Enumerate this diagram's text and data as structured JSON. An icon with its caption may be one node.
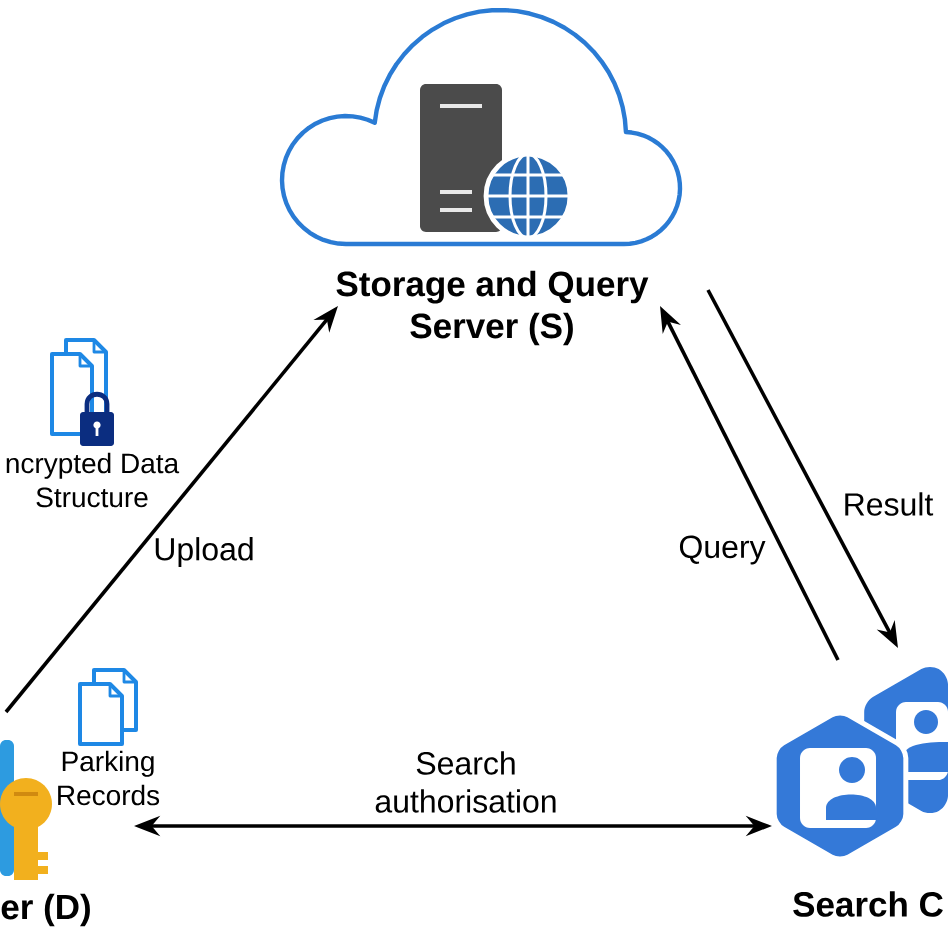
{
  "diagram": {
    "nodes": [
      {
        "text": [
          "Storage and Query Server (S)"
        ]
      },
      {
        "text": [
          "er (D)"
        ]
      },
      {
        "text": [
          "Search C"
        ]
      }
    ],
    "edges": [
      {
        "from": 1,
        "to": 0,
        "arrow": "to",
        "label": "Upload"
      },
      {
        "from": 2,
        "to": 0,
        "arrow": "to",
        "label": "Query"
      },
      {
        "from": 0,
        "to": 2,
        "arrow": "to",
        "label": "Result"
      },
      {
        "from": 1,
        "to": 2,
        "arrow": "both",
        "label": "Search authorisation"
      }
    ],
    "labels": [
      "ncrypted Data Structure",
      "Parking Records"
    ]
  }
}
